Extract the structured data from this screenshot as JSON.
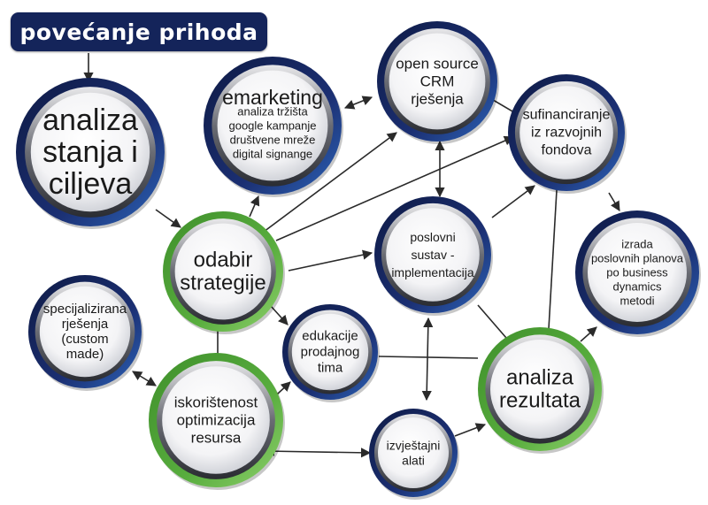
{
  "title": "povećanje prihoda",
  "colors": {
    "title_bg": "#14245a",
    "ring_navy": "#16245a",
    "ring_blue": "#2d64b8",
    "ring_green": "#58ad3e",
    "line": "#2a2a2a"
  },
  "nodes": [
    {
      "id": "analiza",
      "lines": [
        "analiza",
        "stanja i",
        "ciljeva"
      ]
    },
    {
      "id": "emarketing",
      "lines": [
        "emarketing",
        "analiza tržišta",
        "google kampanje",
        "društvene mreže",
        "digital signange"
      ]
    },
    {
      "id": "crm",
      "lines": [
        "open source",
        "CRM",
        "rješenja"
      ]
    },
    {
      "id": "sufinanciranje",
      "lines": [
        "sufinanciranje",
        "iz razvojnih",
        "fondova"
      ]
    },
    {
      "id": "odabir",
      "lines": [
        "odabir",
        "strategije"
      ]
    },
    {
      "id": "poslovni",
      "lines": [
        "poslovni",
        "sustav -",
        "implementacija"
      ]
    },
    {
      "id": "izrada",
      "lines": [
        "izrada",
        "poslovnih planova",
        "po business",
        "dynamics",
        "metodi"
      ]
    },
    {
      "id": "specijalizirana",
      "lines": [
        "specijalizirana",
        "rješenja",
        "(custom",
        "made)"
      ]
    },
    {
      "id": "edukacije",
      "lines": [
        "edukacije",
        "prodajnog",
        "tima"
      ]
    },
    {
      "id": "iskoristenost",
      "lines": [
        "iskorištenost",
        "optimizacija",
        "resursa"
      ]
    },
    {
      "id": "analiza_rez",
      "lines": [
        "analiza",
        "rezultata"
      ]
    },
    {
      "id": "izvjestajni",
      "lines": [
        "izvještajni",
        "alati"
      ]
    }
  ]
}
